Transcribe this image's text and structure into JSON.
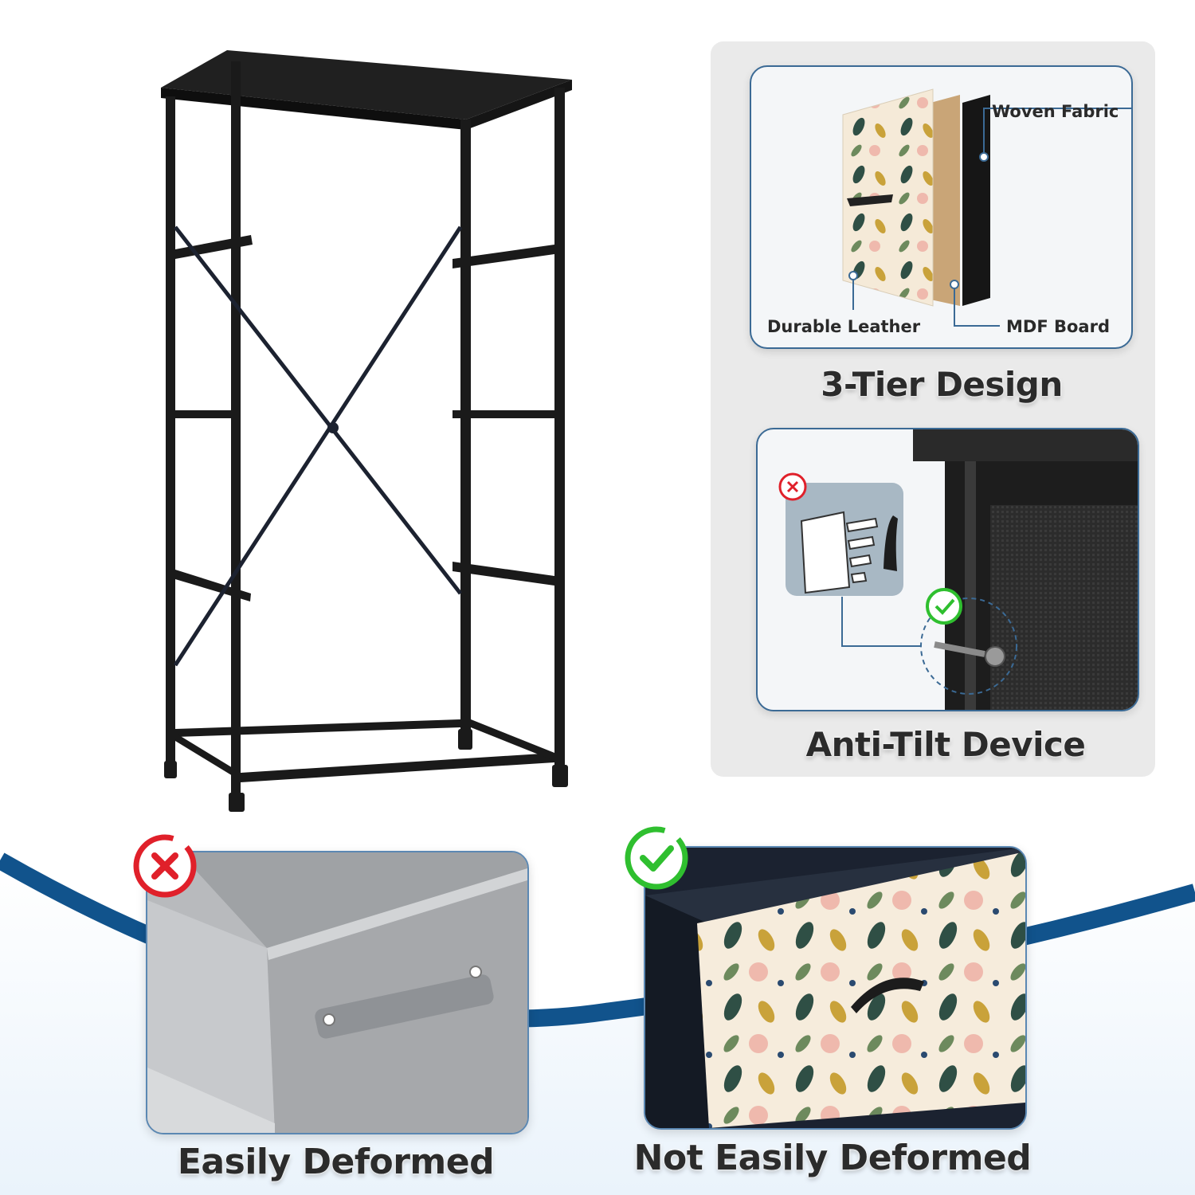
{
  "layers": {
    "top": "Woven Fabric",
    "front": "Durable Leather",
    "middle": "MDF Board"
  },
  "captions": {
    "tier": "3-Tier Design",
    "anti_tilt": "Anti-Tilt Device",
    "bad": "Easily Deformed",
    "good": "Not Easily Deformed"
  },
  "icons": {
    "bad": "red-x-icon",
    "good": "green-check-icon"
  },
  "colors": {
    "frame": "#1a1a1a",
    "wave": "#11538c",
    "panel": "#eaeaea",
    "bad": "#e0202a",
    "good": "#2fbf2f"
  }
}
